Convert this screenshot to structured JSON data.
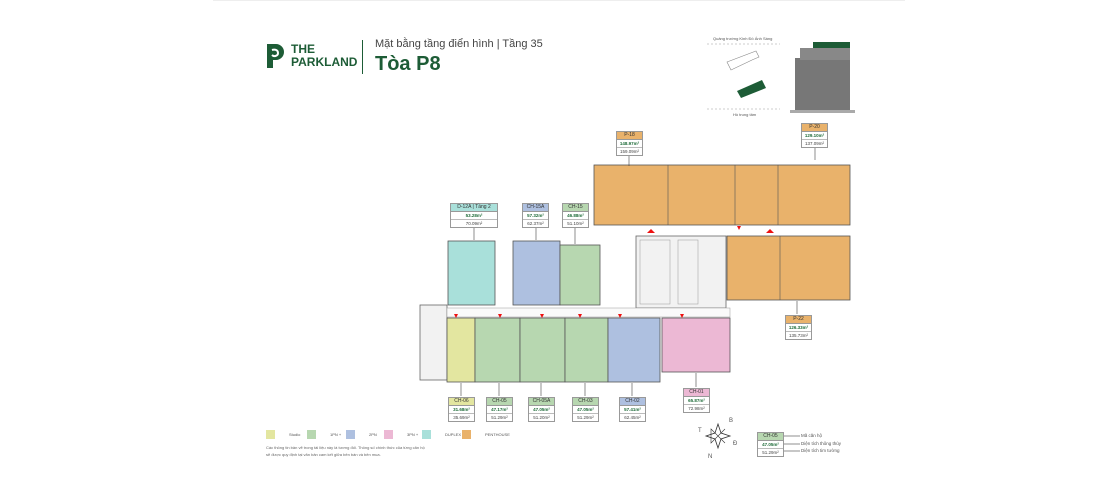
{
  "brand": {
    "line1": "THE",
    "line2": "PARKLAND"
  },
  "header": {
    "subtitle": "Mặt bằng tầng điển hình | Tầng 35",
    "title": "Tòa P8"
  },
  "site_map": {
    "top_label": "Quảng trường Kinh Đô Ánh Sáng",
    "bottom_label": "Hồ trung tâm"
  },
  "units": [
    {
      "code": "D-12A",
      "extra": "Tầng 2",
      "net": "53.28m²",
      "gross": "70.09m²",
      "type": "duplex"
    },
    {
      "code": "CH-15A",
      "net": "57.32m²",
      "gross": "62.37m²",
      "type": "2pn"
    },
    {
      "code": "CH-15",
      "net": "46.88m²",
      "gross": "51.10m²",
      "type": "1pn"
    },
    {
      "code": "P-18",
      "net": "148.97m²",
      "gross": "159.09m²",
      "type": "penthouse"
    },
    {
      "code": "P-20",
      "net": "129.10m²",
      "gross": "137.09m²",
      "type": "penthouse"
    },
    {
      "code": "P-22",
      "net": "126.33m²",
      "gross": "135.73m²",
      "type": "penthouse"
    },
    {
      "code": "CH-06",
      "net": "31.68m²",
      "gross": "35.69m²",
      "type": "studio"
    },
    {
      "code": "CH-05",
      "net": "47.17m²",
      "gross": "51.29m²",
      "type": "1pn"
    },
    {
      "code": "CH-05A",
      "net": "47.05m²",
      "gross": "51.20m²",
      "type": "1pn"
    },
    {
      "code": "CH-03",
      "net": "47.05m²",
      "gross": "51.29m²",
      "type": "1pn"
    },
    {
      "code": "CH-02",
      "net": "57.41m²",
      "gross": "62.45m²",
      "type": "2pn"
    },
    {
      "code": "CH-01",
      "net": "65.87m²",
      "gross": "72.98m²",
      "type": "3pn"
    }
  ],
  "legend": [
    {
      "label": "Studio",
      "color": "#e3e6a0"
    },
    {
      "label": "1PN +",
      "color": "#b7d7b0"
    },
    {
      "label": "2PN",
      "color": "#aec0e0"
    },
    {
      "label": "3PN +",
      "color": "#ecb8d4"
    },
    {
      "label": "DUPLEX",
      "color": "#a9e0da"
    },
    {
      "label": "PENTHOUSE",
      "color": "#e9b26b"
    }
  ],
  "note": {
    "line1": "Các thông tin bản vẽ trong tài liệu này là tương đối. Thông số chính thức của từng căn hộ",
    "line2": "sẽ được quy định tại văn bản cam kết giữa bên bán và bên mua."
  },
  "compass": {
    "n": "B",
    "e": "Đ",
    "s": "N",
    "w": "T"
  },
  "key": {
    "code": "CH-05",
    "net": "47.05m²",
    "gross": "51.29m²",
    "code_label": "Mã căn hộ",
    "net_label": "Diện tích thông thủy",
    "gross_label": "Diện tích tim tường"
  }
}
